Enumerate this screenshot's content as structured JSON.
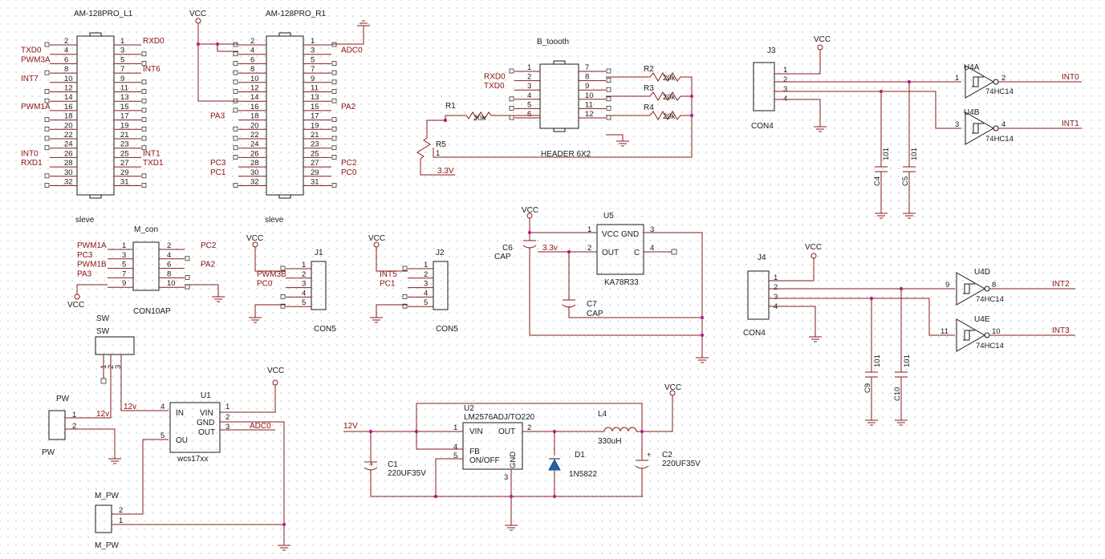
{
  "sheet": {
    "am128_l1": {
      "ref": "AM-128PRO_L1",
      "value": "sleve",
      "left_pins": [
        "2",
        "4",
        "6",
        "8",
        "10",
        "12",
        "14",
        "16",
        "18",
        "20",
        "22",
        "24",
        "26",
        "28",
        "30",
        "32"
      ],
      "right_pins": [
        "1",
        "3",
        "5",
        "7",
        "9",
        "11",
        "13",
        "15",
        "17",
        "19",
        "21",
        "23",
        "25",
        "27",
        "29",
        "31"
      ],
      "left_nets": [
        "",
        "TXD0",
        "PWM3A",
        "",
        "INT7",
        "",
        "",
        "PWM1A",
        "",
        "",
        "",
        "",
        "INT0",
        "RXD1",
        "",
        ""
      ],
      "right_nets": [
        "RXD0",
        "",
        "",
        "INT6",
        "",
        "",
        "",
        "",
        "",
        "",
        "",
        "",
        "INT1",
        "TXD1",
        "",
        ""
      ]
    },
    "am128_r1": {
      "ref": "AM-128PRO_R1",
      "value": "sleve",
      "left_pins": [
        "2",
        "4",
        "6",
        "8",
        "10",
        "12",
        "14",
        "16",
        "18",
        "20",
        "22",
        "24",
        "26",
        "28",
        "30",
        "32"
      ],
      "right_pins": [
        "1",
        "3",
        "5",
        "7",
        "9",
        "11",
        "13",
        "15",
        "17",
        "19",
        "21",
        "23",
        "25",
        "27",
        "29",
        "31"
      ],
      "left_nets": [
        "",
        "",
        "",
        "",
        "",
        "",
        "",
        "",
        "PA3",
        "",
        "",
        "",
        "",
        "PC3",
        "PC1",
        ""
      ],
      "right_nets": [
        "",
        "ADC0",
        "",
        "",
        "",
        "",
        "",
        "PA2",
        "",
        "",
        "",
        "",
        "",
        "PC2",
        "PC0",
        ""
      ],
      "vcc": "VCC"
    },
    "bt_header": {
      "ref": "B_toooth",
      "value": "HEADER 6X2",
      "left_pins": [
        "1",
        "2",
        "3",
        "4",
        "5",
        "6"
      ],
      "right_pins": [
        "7",
        "8",
        "9",
        "10",
        "11",
        "12"
      ],
      "left_nets": [
        "",
        "RXD0",
        "TXD0",
        "",
        "",
        ""
      ],
      "resistors": [
        {
          "ref": "R2",
          "value": "20k"
        },
        {
          "ref": "R3",
          "value": "20k"
        },
        {
          "ref": "R4",
          "value": "20k"
        },
        {
          "ref": "R1",
          "value": "20k"
        },
        {
          "ref": "R5",
          "value": "1"
        }
      ],
      "net_3v3": "3.3V"
    },
    "j3": {
      "ref": "J3",
      "value": "CON4",
      "pins": [
        "1",
        "2",
        "3",
        "4"
      ],
      "vcc": "VCC",
      "gates": [
        {
          "ref": "U4A",
          "part": "74HC14",
          "in": "1",
          "out": "2",
          "net": "INT0"
        },
        {
          "ref": "U4B",
          "part": "74HC14",
          "in": "3",
          "out": "4",
          "net": "INT1"
        }
      ],
      "caps": [
        {
          "ref": "C4",
          "value": "101"
        },
        {
          "ref": "C5",
          "value": "101"
        }
      ]
    },
    "j4": {
      "ref": "J4",
      "value": "CON4",
      "pins": [
        "1",
        "2",
        "3",
        "4"
      ],
      "vcc": "VCC",
      "gates": [
        {
          "ref": "U4D",
          "part": "74HC14",
          "in": "9",
          "out": "8",
          "net": "INT2"
        },
        {
          "ref": "U4E",
          "part": "74HC14",
          "in": "11",
          "out": "10",
          "net": "INT3"
        }
      ],
      "caps": [
        {
          "ref": "C9",
          "value": "101"
        },
        {
          "ref": "C10",
          "value": "101"
        }
      ]
    },
    "m_con": {
      "ref": "M_con",
      "value": "CON10AP",
      "left_pins": [
        "1",
        "3",
        "5",
        "7",
        "9"
      ],
      "right_pins": [
        "2",
        "4",
        "6",
        "8",
        "10"
      ],
      "left_nets": [
        "PWM1A",
        "PC3",
        "PWM1B",
        "PA3",
        ""
      ],
      "right_nets": [
        "PC2",
        "",
        "PA2",
        "",
        ""
      ],
      "vcc": "VCC"
    },
    "j1": {
      "ref": "J1",
      "value": "CON5",
      "pins": [
        "1",
        "2",
        "3",
        "4",
        "5"
      ],
      "nets": [
        "",
        "PWM3B",
        "PC0",
        "",
        ""
      ],
      "vcc": "VCC"
    },
    "j2": {
      "ref": "J2",
      "value": "CON5",
      "pins": [
        "1",
        "2",
        "3",
        "4",
        "5"
      ],
      "nets": [
        "",
        "INT5",
        "PC1",
        "",
        ""
      ],
      "vcc": "VCC"
    },
    "u5": {
      "ref": "U5",
      "value": "KA78R33",
      "pins": {
        "vcc": "1",
        "gnd": "3",
        "out": "2",
        "c": "4"
      },
      "labels": {
        "vcc": "VCC",
        "gnd": "GND",
        "out": "OUT",
        "c": "C"
      },
      "vcc": "VCC",
      "net_out": "3.3v",
      "caps": [
        {
          "ref": "C6",
          "value": "CAP"
        },
        {
          "ref": "C7",
          "value": "CAP"
        }
      ]
    },
    "power_switch": {
      "sw_ref": "SW",
      "sw_value": "SW",
      "sw_pins": [
        "1",
        "2",
        "3"
      ],
      "pw_ref": "PW",
      "pw_value": "PW",
      "pw_pins": [
        "1",
        "2"
      ],
      "mpw_ref": "M_PW",
      "mpw_value": "M_PW",
      "mpw_pins": [
        "2",
        "1"
      ],
      "net_12v_a": "12v",
      "net_12v_b": "12v"
    },
    "u1": {
      "ref": "U1",
      "value": "wcs17xx",
      "pins": {
        "in": "4",
        "ou": "5",
        "vin": "1",
        "gnd": "2",
        "out": "3"
      },
      "labels": {
        "in": "IN",
        "ou": "OU",
        "vin": "VIN",
        "gnd": "GND",
        "out": "OUT"
      },
      "net_adc": "ADC0",
      "vcc": "VCC"
    },
    "u2": {
      "ref": "U2",
      "value": "LM2576ADJ/TO220",
      "pins": {
        "vin": "1",
        "out": "2",
        "gnd": "3",
        "fb": "4",
        "onoff": "5"
      },
      "labels": {
        "vin": "VIN",
        "out": "OUT",
        "gnd": "GND",
        "fb": "FB",
        "onoff": "ON/OFF"
      },
      "net_in": "12V",
      "vcc": "VCC",
      "c1": {
        "ref": "C1",
        "value": "220UF35V"
      },
      "c2": {
        "ref": "C2",
        "value": "220UF35V"
      },
      "l4": {
        "ref": "L4",
        "value": "330uH"
      },
      "d1": {
        "ref": "D1",
        "value": "1N5822"
      }
    }
  }
}
